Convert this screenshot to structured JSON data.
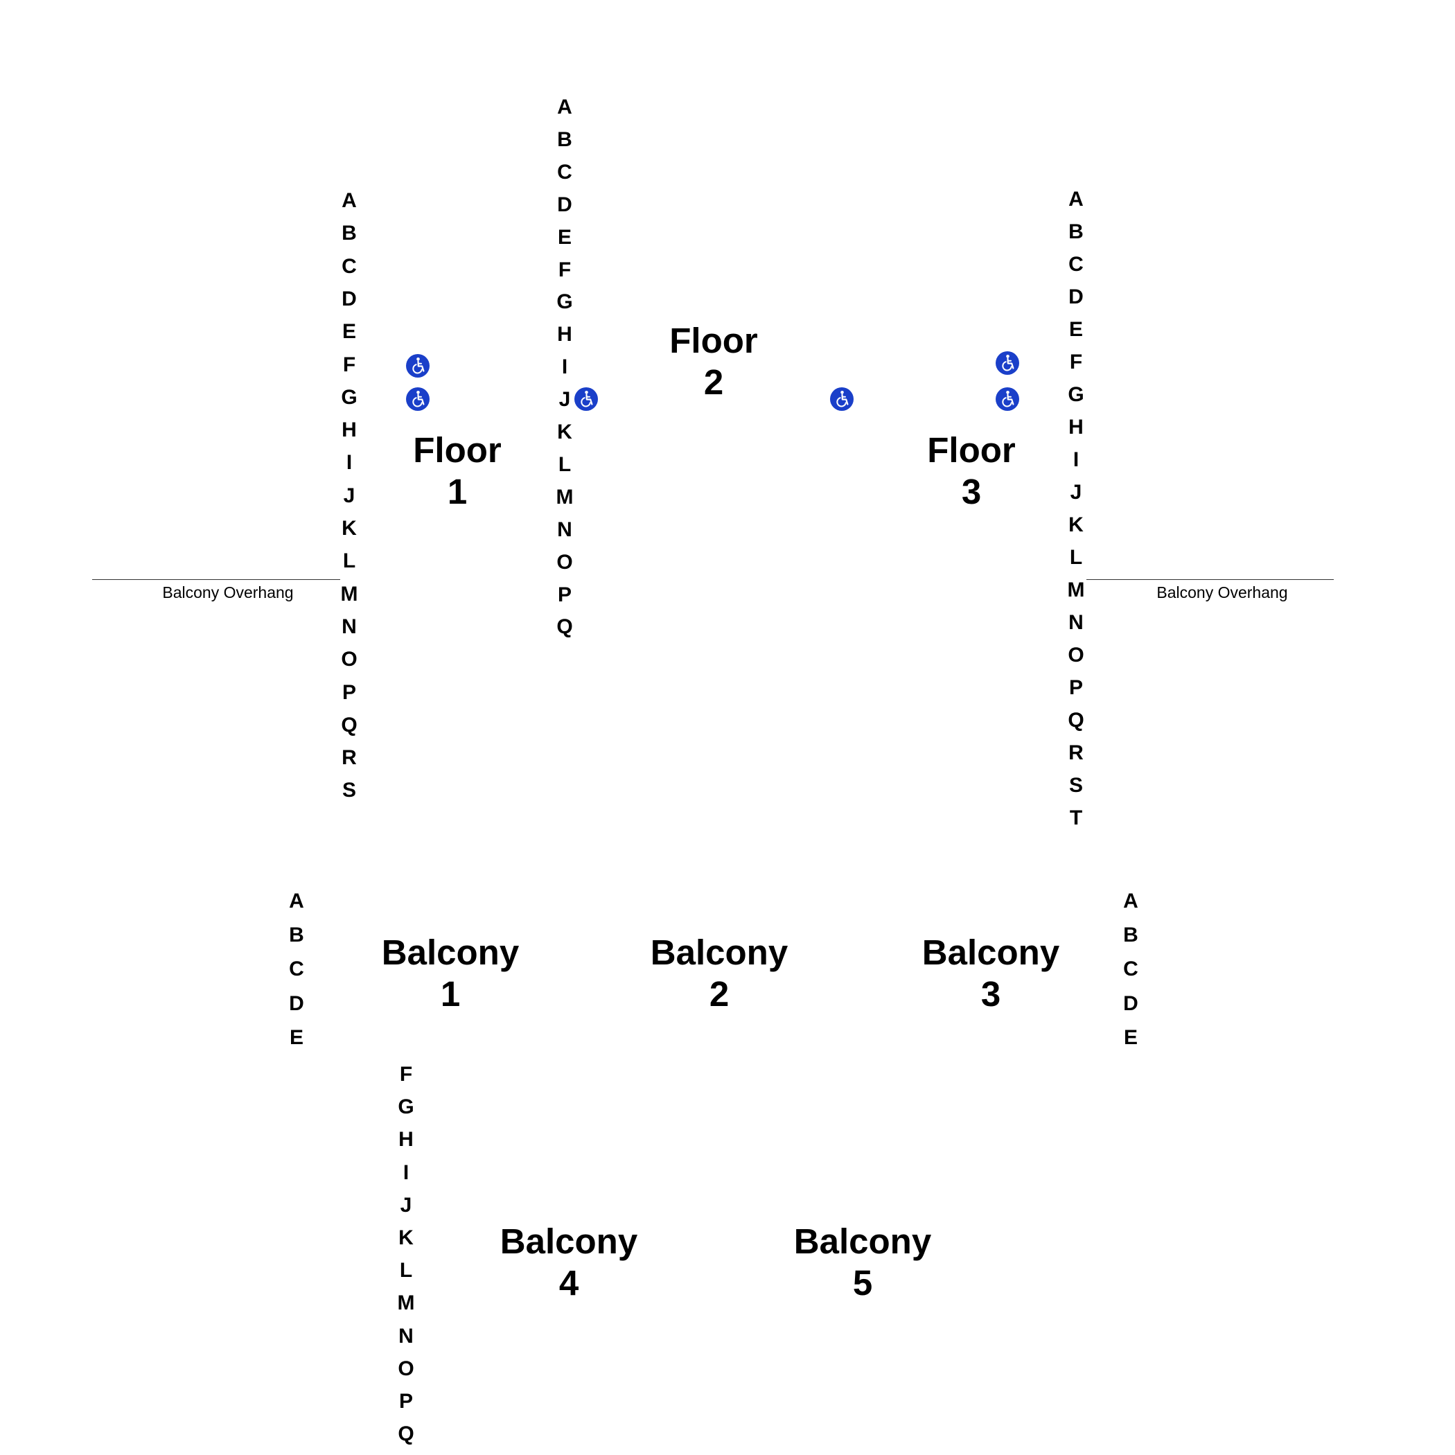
{
  "map": {
    "rows": {
      "floor1": [
        "A",
        "B",
        "C",
        "D",
        "E",
        "F",
        "G",
        "H",
        "I",
        "J",
        "K",
        "L",
        "M",
        "N",
        "O",
        "P",
        "Q",
        "R",
        "S"
      ],
      "floor2": [
        "A",
        "B",
        "C",
        "D",
        "E",
        "F",
        "G",
        "H",
        "I",
        "J",
        "K",
        "L",
        "M",
        "N",
        "O",
        "P",
        "Q"
      ],
      "floor3": [
        "A",
        "B",
        "C",
        "D",
        "E",
        "F",
        "G",
        "H",
        "I",
        "J",
        "K",
        "L",
        "M",
        "N",
        "O",
        "P",
        "Q",
        "R",
        "S",
        "T"
      ],
      "balcony_left": [
        "A",
        "B",
        "C",
        "D",
        "E"
      ],
      "balcony_right": [
        "A",
        "B",
        "C",
        "D",
        "E"
      ],
      "balcony_lower": [
        "F",
        "G",
        "H",
        "I",
        "J",
        "K",
        "L",
        "M",
        "N",
        "O",
        "P",
        "Q"
      ]
    },
    "sections": {
      "floor1": {
        "line1": "Floor",
        "line2": "1"
      },
      "floor2": {
        "line1": "Floor",
        "line2": "2"
      },
      "floor3": {
        "line1": "Floor",
        "line2": "3"
      },
      "balcony1": {
        "line1": "Balcony",
        "line2": "1"
      },
      "balcony2": {
        "line1": "Balcony",
        "line2": "2"
      },
      "balcony3": {
        "line1": "Balcony",
        "line2": "3"
      },
      "balcony4": {
        "line1": "Balcony",
        "line2": "4"
      },
      "balcony5": {
        "line1": "Balcony",
        "line2": "5"
      }
    },
    "overhang": {
      "left": "Balcony Overhang",
      "right": "Balcony Overhang"
    },
    "accessible_icon": "wheelchair-accessible-icon",
    "colors": {
      "accessible": "#1a3fc9",
      "text": "#000000",
      "background": "#ffffff"
    }
  }
}
